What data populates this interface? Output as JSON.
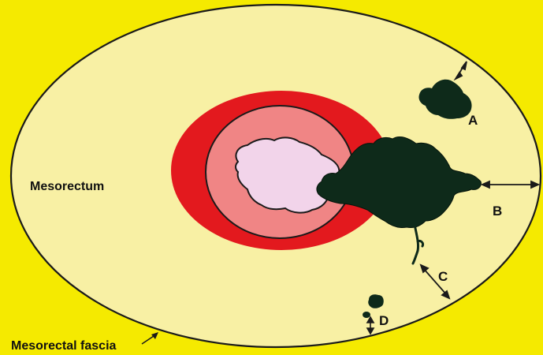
{
  "colors": {
    "background": "#f5ea00",
    "mesorectum": "#f8f0a4",
    "outer_muscle": "#e3191e",
    "inner_wall": "#f08585",
    "lumen": "#f2d4ea",
    "tumour": "#0e2a1a",
    "outline": "#1a1a1a"
  },
  "labels": {
    "mesorectum": "Mesorectum",
    "fascia": "Mesorectal fascia",
    "a": "A",
    "b": "B",
    "c": "C",
    "d": "D"
  }
}
